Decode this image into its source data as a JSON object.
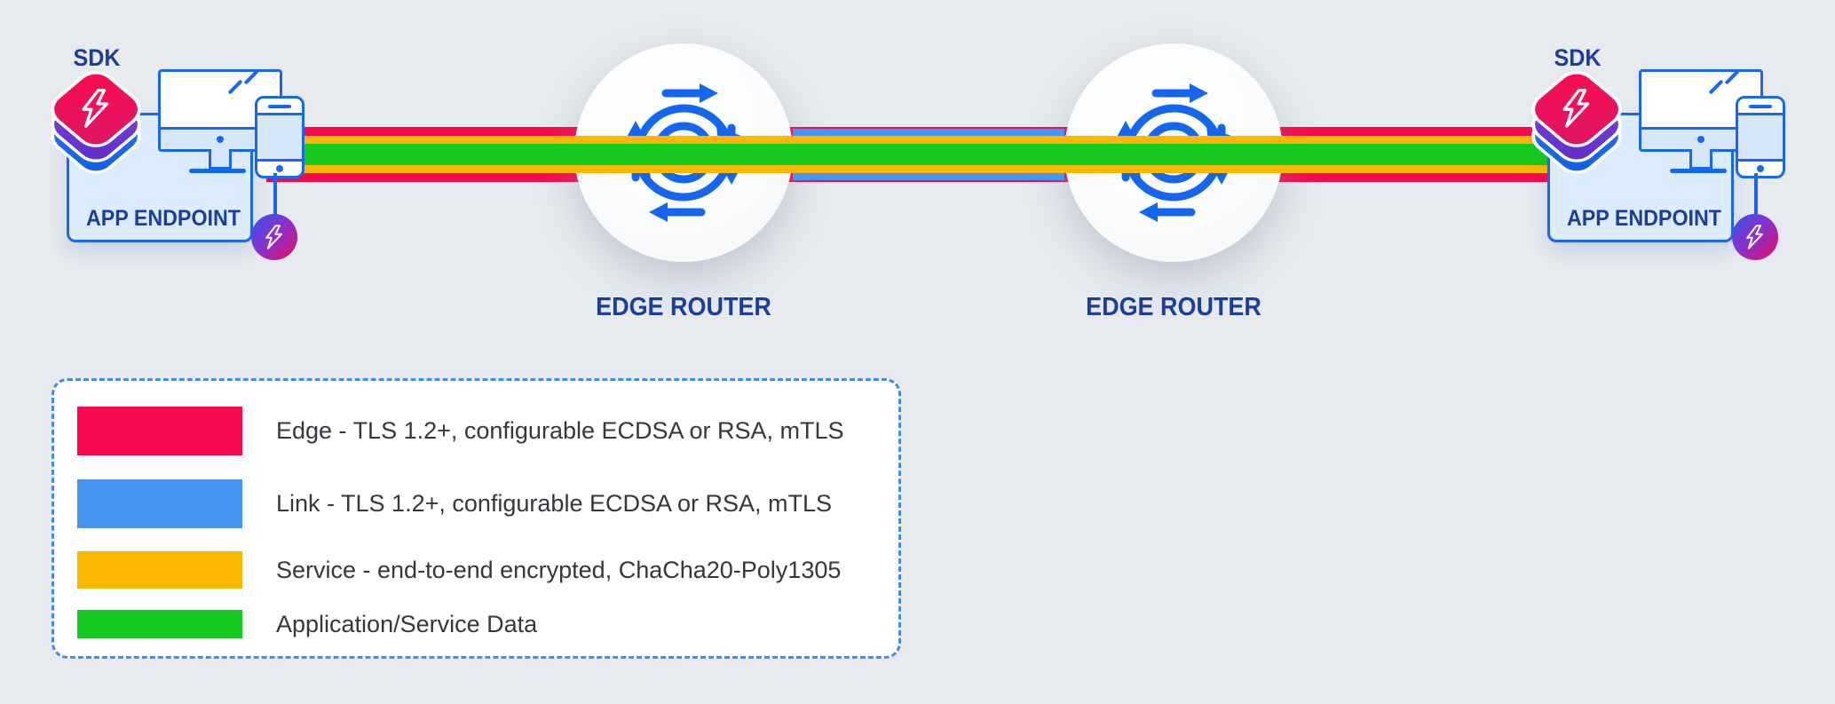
{
  "colors": {
    "background": "#e7eaee",
    "edge_red": "#f8094e",
    "link_blue": "#4795f3",
    "service_yellow": "#fcb800",
    "data_green": "#17ca20",
    "outline_blue": "#1568ef",
    "navy_text": "#1a3e99",
    "legend_text": "#33383d",
    "legend_border": "#4089f8"
  },
  "diagram": {
    "endpoints": [
      {
        "sdk_label": "SDK",
        "box_label": "APP ENDPOINT"
      },
      {
        "sdk_label": "SDK",
        "box_label": "APP ENDPOINT"
      }
    ],
    "routers": [
      {
        "label": "EDGE ROUTER",
        "icon_letter": "R"
      },
      {
        "label": "EDGE ROUTER",
        "icon_letter": "R"
      }
    ]
  },
  "legend": {
    "items": [
      {
        "label": "Edge - TLS 1.2+, configurable ECDSA or RSA, mTLS",
        "color": "#f8094e"
      },
      {
        "label": "Link - TLS 1.2+, configurable ECDSA or RSA, mTLS",
        "color": "#4795f3"
      },
      {
        "label": "Service - end-to-end encrypted, ChaCha20-Poly1305",
        "color": "#fcb800"
      },
      {
        "label": "Application/Service Data",
        "color": "#17ca20"
      }
    ]
  }
}
